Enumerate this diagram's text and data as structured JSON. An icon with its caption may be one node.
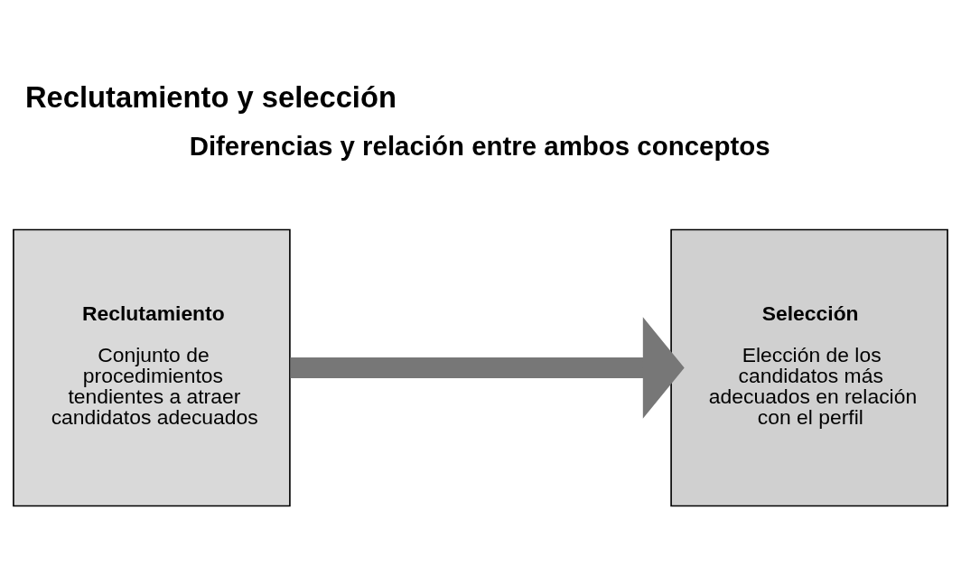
{
  "diagram": {
    "title": "Reclutamiento y selección",
    "nodes": [
      {
        "text": [
          "Reclutamiento",
          "Conjunto de procedimientos tendientes a atraer candidatos adecuados"
        ]
      },
      {
        "text": [
          "Selección",
          "Elección de los candidatos más adecuados en relación con el perfil"
        ]
      }
    ],
    "edges": [
      {
        "from": 0,
        "to": 1,
        "arrow": "to"
      }
    ],
    "labels": [
      "Diferencias y relación entre ambos conceptos"
    ]
  }
}
